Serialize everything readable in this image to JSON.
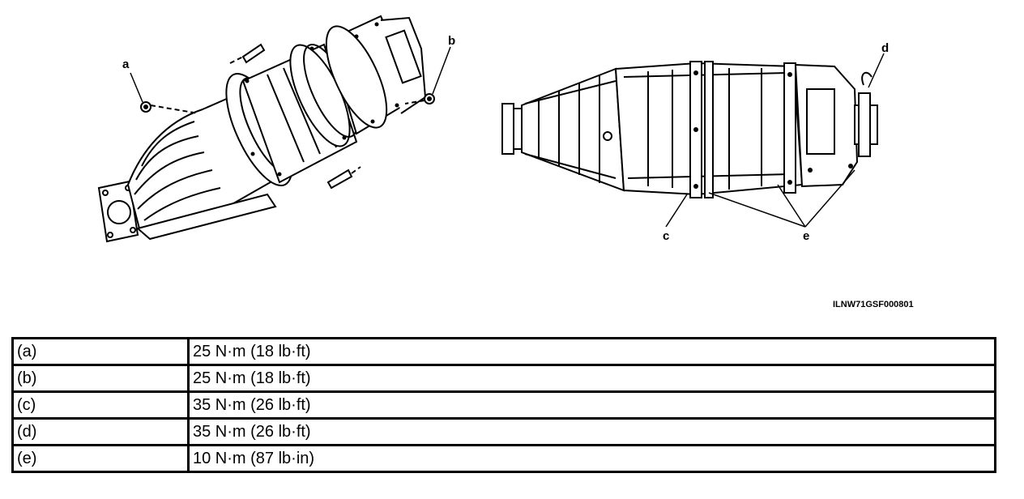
{
  "figure": {
    "callouts": {
      "a": "a",
      "b": "b",
      "c": "c",
      "d": "d",
      "e": "e"
    },
    "figure_code": "ILNW71GSF000801"
  },
  "torque_table": {
    "rows": [
      {
        "label": "(a)",
        "value": "25 N·m (18 lb·ft)"
      },
      {
        "label": "(b)",
        "value": "25 N·m (18 lb·ft)"
      },
      {
        "label": "(c)",
        "value": "35 N·m (26 lb·ft)"
      },
      {
        "label": "(d)",
        "value": "35 N·m (26 lb·ft)"
      },
      {
        "label": "(e)",
        "value": "10 N·m (87 lb·in)"
      }
    ]
  }
}
